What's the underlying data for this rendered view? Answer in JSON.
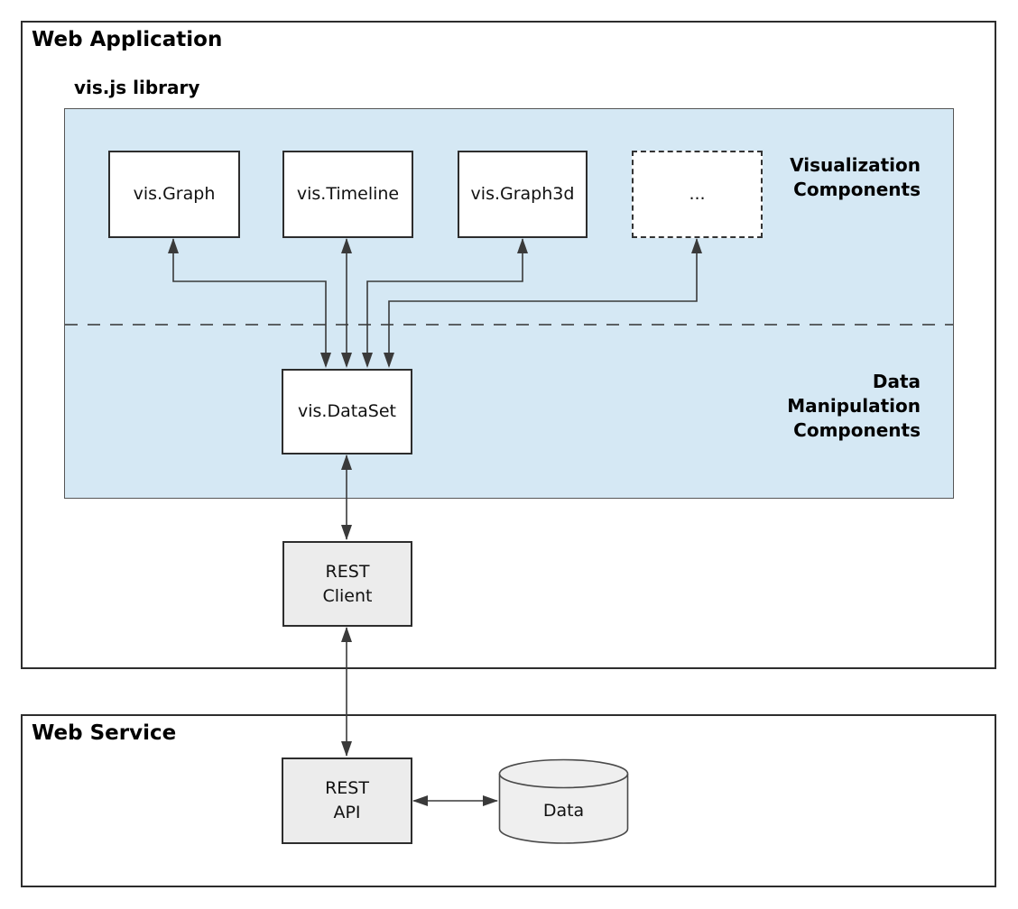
{
  "colors": {
    "library_fill": "#d5e8f4",
    "service_fill": "#ececec",
    "node_border": "#2d2d2d",
    "arrow": "#3a3a3a",
    "background": "#ffffff"
  },
  "web_application": {
    "title": "Web Application",
    "library_title": "vis.js library",
    "visualization_label": "Visualization\nComponents",
    "data_manipulation_label": "Data\nManipulation\nComponents",
    "components": [
      {
        "label": "vis.Graph"
      },
      {
        "label": "vis.Timeline"
      },
      {
        "label": "vis.Graph3d"
      },
      {
        "label": "..."
      }
    ],
    "dataset_label": "vis.DataSet",
    "rest_client_label": "REST\nClient"
  },
  "web_service": {
    "title": "Web Service",
    "rest_api_label": "REST\nAPI",
    "data_store_label": "Data"
  }
}
